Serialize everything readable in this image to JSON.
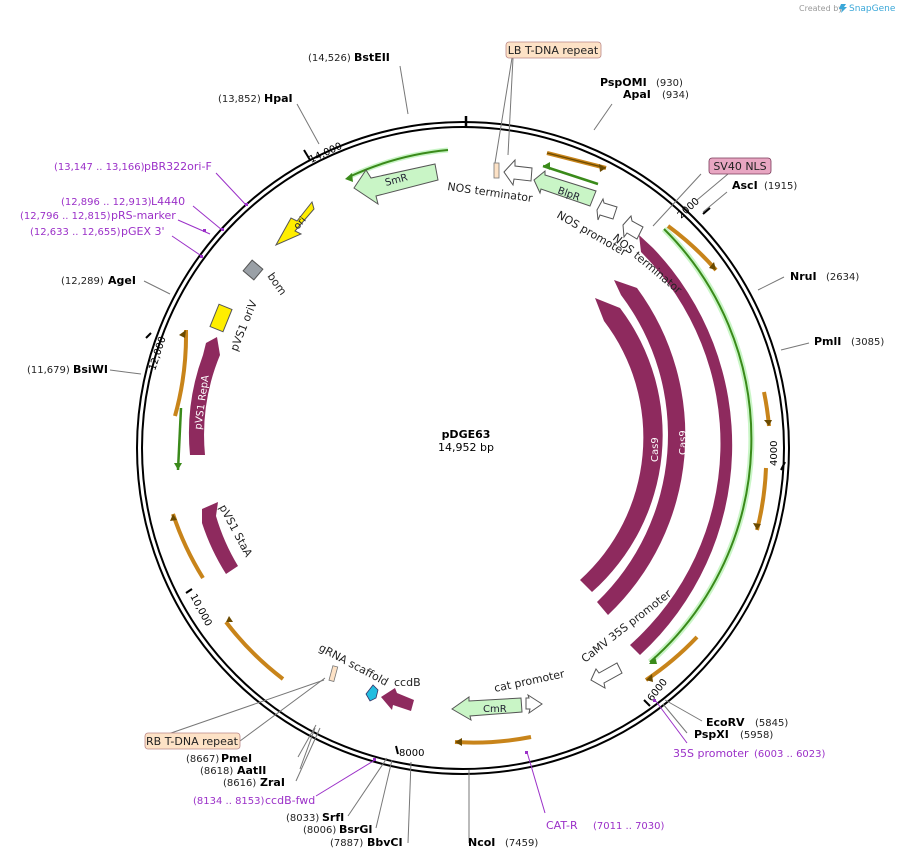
{
  "credit": {
    "prefix": "Created by",
    "brand": "SnapGene"
  },
  "center": {
    "name": "pDGE63",
    "length": "14,952 bp"
  },
  "colors": {
    "cas": "#8e2a5e",
    "light_green": "#c9f5c6",
    "orange": "#c8841a",
    "green": "#3a8a1a",
    "pink_box": "#e8a6c2",
    "peach_box": "#fde2c6",
    "primer": "#9b30c8",
    "yellow": "#ffee00",
    "gray": "#9aa0a6",
    "cyan": "#22bde0"
  },
  "ticks": [
    "2000",
    "4000",
    "6000",
    "8000",
    "10,000",
    "12,000",
    "14,000"
  ],
  "sites": [
    {
      "name": "BstEII",
      "pos": "(14,526)"
    },
    {
      "name": "HpaI",
      "pos": "(13,852)"
    },
    {
      "name": "PspOMI",
      "pos": "(930)"
    },
    {
      "name": "ApaI",
      "pos": "(934)"
    },
    {
      "name": "AscI",
      "pos": "(1915)"
    },
    {
      "name": "NruI",
      "pos": "(2634)"
    },
    {
      "name": "PmlI",
      "pos": "(3085)"
    },
    {
      "name": "AgeI",
      "pos": "(12,289)"
    },
    {
      "name": "BsiWI",
      "pos": "(11,679)"
    },
    {
      "name": "EcoRV",
      "pos": "(5845)"
    },
    {
      "name": "PspXI",
      "pos": "(5958)"
    },
    {
      "name": "PmeI",
      "pos": "(8667)"
    },
    {
      "name": "AatII",
      "pos": "(8618)"
    },
    {
      "name": "ZraI",
      "pos": "(8616)"
    },
    {
      "name": "SrfI",
      "pos": "(8033)"
    },
    {
      "name": "BsrGI",
      "pos": "(8006)"
    },
    {
      "name": "BbvCI",
      "pos": "(7887)"
    },
    {
      "name": "NcoI",
      "pos": "(7459)"
    }
  ],
  "primers": [
    {
      "name": "pBR322ori-F",
      "range": "(13,147 .. 13,166)"
    },
    {
      "name": "L4440",
      "range": "(12,896 .. 12,913)"
    },
    {
      "name": "pRS-marker",
      "range": "(12,796 .. 12,815)"
    },
    {
      "name": "pGEX 3'",
      "range": "(12,633 .. 12,655)"
    },
    {
      "name": "ccdB-fwd",
      "range": "(8134 .. 8153)"
    },
    {
      "name": "35S promoter",
      "range": "(6003 .. 6023)"
    },
    {
      "name": "CAT-R",
      "range": "(7011 .. 7030)"
    }
  ],
  "boxes": {
    "lb": "LB T-DNA repeat",
    "sv40": "SV40 NLS",
    "rb": "RB T-DNA repeat"
  },
  "features": {
    "nos_term_top": "NOS terminator",
    "nos_promoter": "NOS promoter",
    "nos_term_diag": "NOS terminator",
    "blpr": "BlpR",
    "smr": "SmR",
    "ori": "ori",
    "bom": "bom",
    "pvs1_oriv": "pVS1 oriV",
    "pvs1_repa": "pVS1 RepA",
    "pvs1_staa": "pVS1 StaA",
    "cas9": "Cas9",
    "camv": "CaMV 35S promoter",
    "cat_promoter": "cat promoter",
    "cmr": "CmR",
    "ccdb": "ccdB",
    "grna": "gRNA scaffold"
  }
}
